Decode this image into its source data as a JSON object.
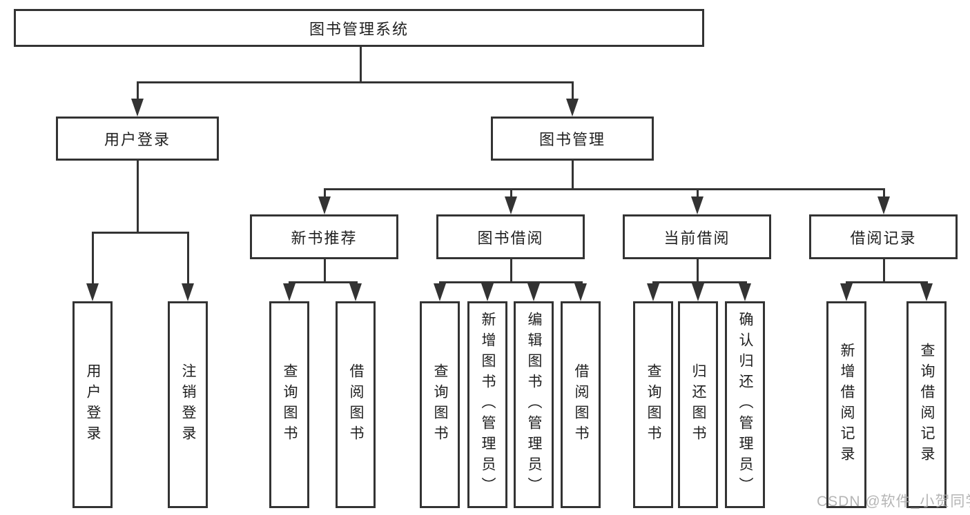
{
  "tree": {
    "root": "图书管理系统",
    "branches": [
      {
        "label": "用户登录",
        "children": [
          "用户登录",
          "注销登录"
        ]
      },
      {
        "label": "图书管理",
        "sections": [
          {
            "label": "新书推荐",
            "children": [
              "查询图书",
              "借阅图书"
            ]
          },
          {
            "label": "图书借阅",
            "children": [
              "查询图书",
              "新增图书（管理员）",
              "编辑图书（管理员）",
              "借阅图书"
            ]
          },
          {
            "label": "当前借阅",
            "children": [
              "查询图书",
              "归还图书",
              "确认归还（管理员）"
            ]
          },
          {
            "label": "借阅记录",
            "children": [
              "新增借阅记录",
              "查询借阅记录"
            ]
          }
        ]
      }
    ]
  },
  "watermark": "CSDN @软件_小贺同学",
  "colors": {
    "line": "#333333",
    "text": "#1f1f1f",
    "watermark": "#a9a9a9"
  }
}
